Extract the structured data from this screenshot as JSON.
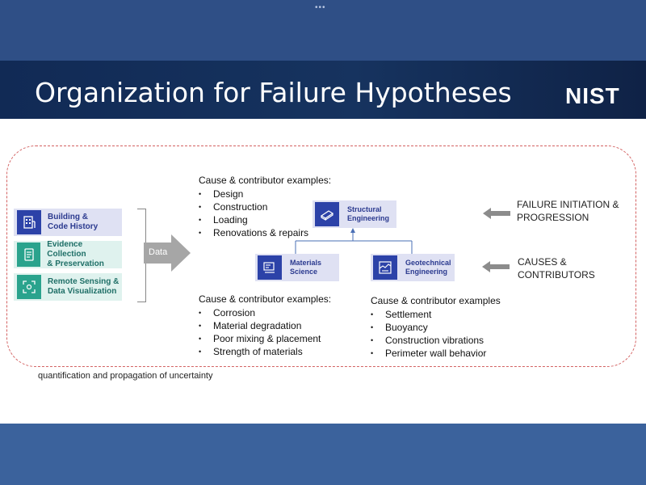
{
  "header": {
    "dots": "•••",
    "title": "Organization for Failure Hypotheses",
    "logo": "NIST"
  },
  "inputs": [
    {
      "label_line1": "Building &",
      "label_line2": "Code History",
      "icon": "building-icon"
    },
    {
      "label_line1": "Evidence Collection",
      "label_line2": "& Preservation",
      "icon": "evidence-icon"
    },
    {
      "label_line1": "Remote Sensing &",
      "label_line2": "Data Visualization",
      "icon": "scan-icon"
    }
  ],
  "data_arrow_label": "Data",
  "examples_top": {
    "heading": "Cause & contributor examples:",
    "items": [
      "Design",
      "Construction",
      "Loading",
      "Renovations & repairs"
    ]
  },
  "examples_materials": {
    "heading": "Cause & contributor examples:",
    "items": [
      "Corrosion",
      "Material degradation",
      "Poor mixing & placement",
      "Strength of materials"
    ]
  },
  "examples_geotechnical": {
    "heading": "Cause & contributor examples",
    "items": [
      "Settlement",
      "Buoyancy",
      "Construction vibrations",
      "Perimeter wall behavior"
    ]
  },
  "nodes": {
    "structural": {
      "line1": "Structural",
      "line2": "Engineering"
    },
    "materials": {
      "line1": "Materials",
      "line2": "Science"
    },
    "geotechnical": {
      "line1": "Geotechnical",
      "line2": "Engineering"
    }
  },
  "side_labels": {
    "failure": {
      "line1": "FAILURE INITIATION &",
      "line2": "PROGRESSION"
    },
    "causes": {
      "line1": "CAUSES &",
      "line2": "CONTRIBUTORS"
    }
  },
  "footnote": "quantification and propagation of uncertainty",
  "colors": {
    "band": "#2f4f86",
    "title_bar": "#16335f",
    "accent_blue": "#2c42a8",
    "accent_teal": "#2aa38d",
    "panel_border": "#d36262"
  }
}
